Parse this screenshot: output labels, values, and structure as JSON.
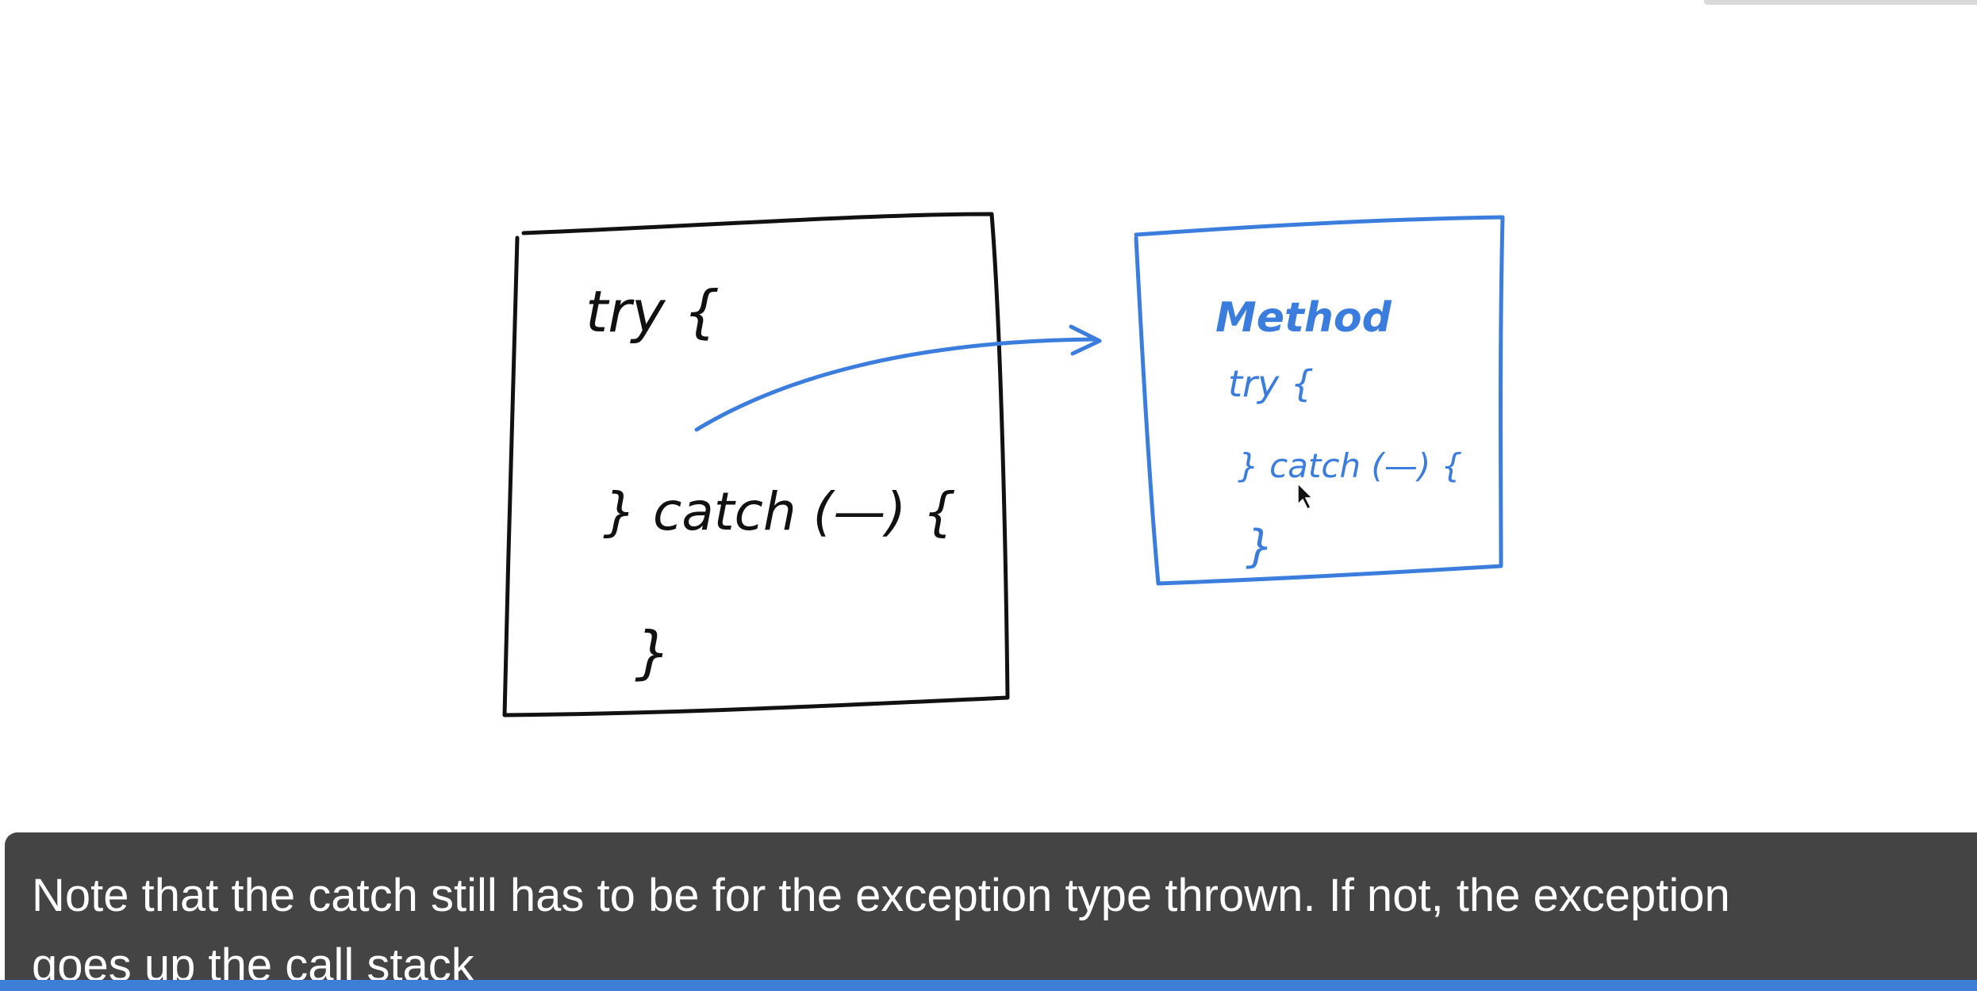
{
  "whiteboard": {
    "left_box": {
      "line1": "try {",
      "line2": "} catch (—) {",
      "line3": "}"
    },
    "right_box": {
      "title": "Method",
      "line1": "try {",
      "line2": "} catch (—) {",
      "line3": "}"
    },
    "colors": {
      "ink_black": "#111111",
      "ink_blue": "#3b7ddd"
    }
  },
  "caption": {
    "line1": "Note that the catch still has to be for the exception type thrown. If not, the exception",
    "line2": "goes up the call stack"
  },
  "player": {
    "progress_color": "#3d7fd6"
  }
}
